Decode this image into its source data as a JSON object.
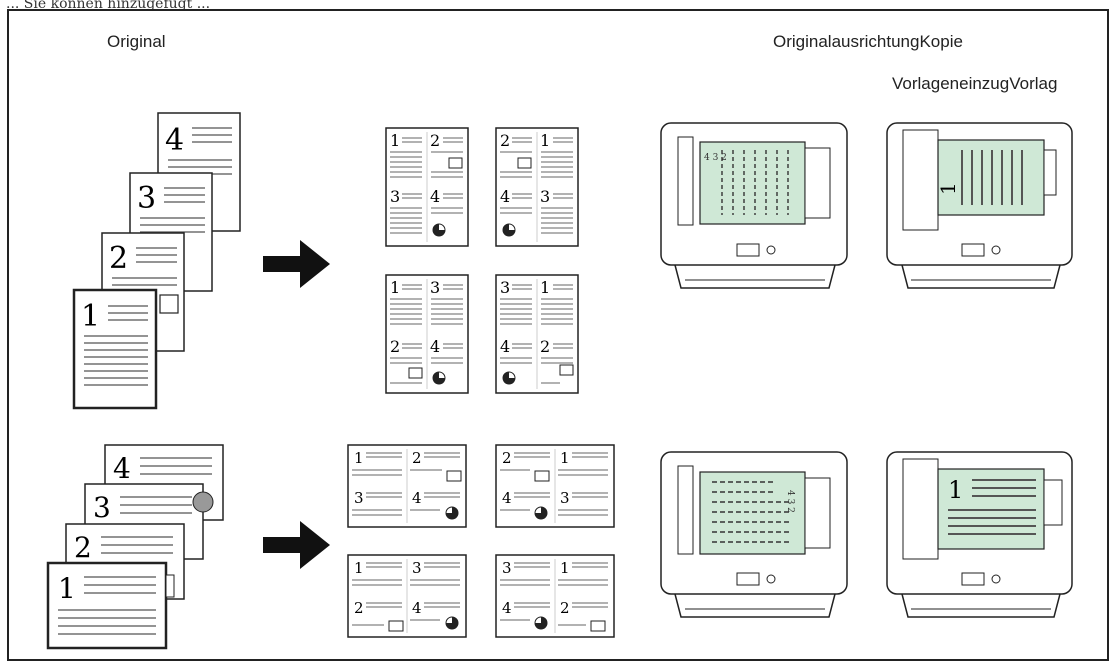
{
  "header_text": "... Sie können hinzugefügt ...",
  "labels": {
    "original": "Original",
    "orientation_copy": "OriginalausrichtungKopie",
    "feeder_platen": "VorlageneinzugVorlag"
  },
  "rows": [
    {
      "original_pages": [
        "4",
        "3",
        "2",
        "1"
      ],
      "copy_sheets": [
        [
          "1",
          "2",
          "3",
          "4"
        ],
        [
          "2",
          "1",
          "4",
          "3"
        ],
        [
          "1",
          "3",
          "2",
          "4"
        ],
        [
          "3",
          "1",
          "4",
          "2"
        ]
      ],
      "feeder_label": "1"
    },
    {
      "original_pages": [
        "4",
        "3",
        "2",
        "1"
      ],
      "copy_sheets": [
        [
          "1",
          "2",
          "3",
          "4"
        ],
        [
          "2",
          "1",
          "4",
          "3"
        ],
        [
          "1",
          "3",
          "2",
          "4"
        ],
        [
          "3",
          "1",
          "4",
          "2"
        ]
      ],
      "feeder_label": "1"
    }
  ],
  "colors": {
    "scan_highlight": "#cfe8d6",
    "line": "#222222"
  }
}
